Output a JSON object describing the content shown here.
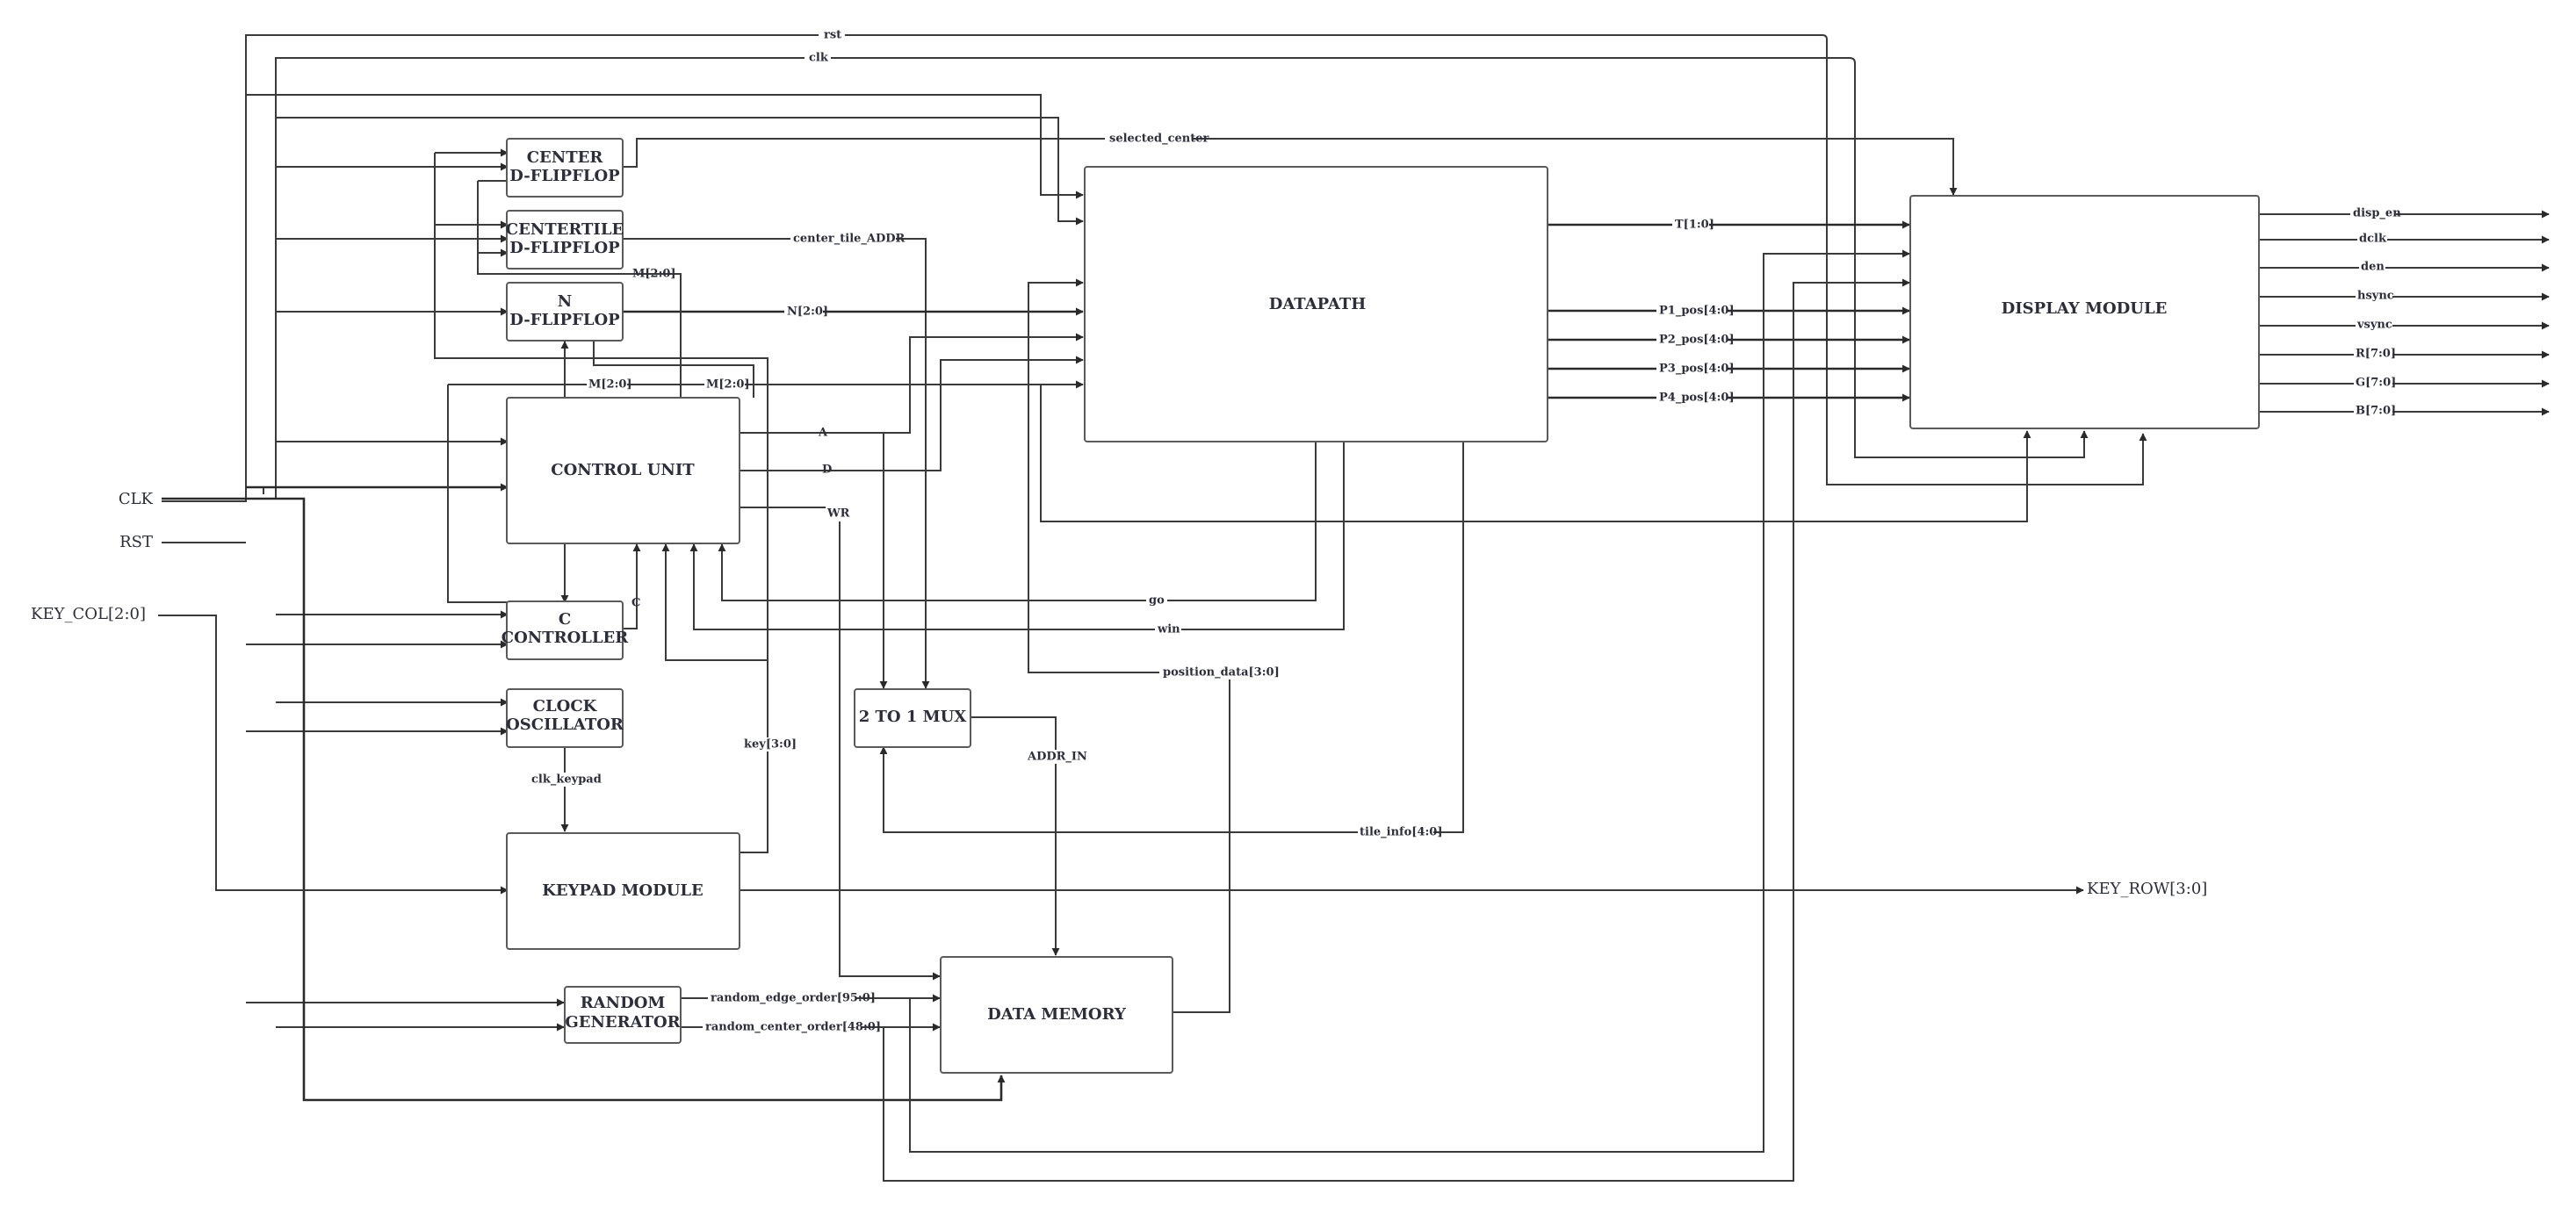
{
  "blocks": {
    "center_dff": [
      "CENTER",
      "D-FLIPFLOP"
    ],
    "centertile_dff": [
      "CENTERTILE",
      "D-FLIPFLOP"
    ],
    "n_dff": [
      "N",
      "D-FLIPFLOP"
    ],
    "control_unit": [
      "CONTROL UNIT"
    ],
    "c_controller": [
      "C",
      "CONTROLLER"
    ],
    "clock_oscillator": [
      "CLOCK",
      "OSCILLATOR"
    ],
    "keypad_module": [
      "KEYPAD MODULE"
    ],
    "random_generator": [
      "RANDOM",
      "GENERATOR"
    ],
    "datapath": [
      "DATAPATH"
    ],
    "mux": [
      "2 TO 1 MUX"
    ],
    "data_memory": [
      "DATA MEMORY"
    ],
    "display_module": [
      "DISPLAY MODULE"
    ]
  },
  "inputs": {
    "clk": "CLK",
    "rst": "RST",
    "key_col": "KEY_COL[2:0]"
  },
  "outputs": {
    "key_row": "KEY_ROW[3:0]",
    "display": [
      "disp_en",
      "dclk",
      "den",
      "hsync",
      "vsync",
      "R[7:0]",
      "G[7:0]",
      "B[7:0]"
    ]
  },
  "signals": {
    "rst": "rst",
    "clk": "clk",
    "selected_center": "selected_center",
    "center_tile_addr": "center_tile_ADDR",
    "n": "N[2:0]",
    "m_top": "M[2:0]",
    "m_left": "M[2:0]",
    "m_right": "M[2:0]",
    "t": "T[1:0]",
    "p1": "P1_pos[4:0]",
    "p2": "P2_pos[4:0]",
    "p3": "P3_pos[4:0]",
    "p4": "P4_pos[4:0]",
    "a": "A",
    "d": "D",
    "wr": "WR",
    "go": "go",
    "win": "win",
    "c": "C",
    "position_data": "position_data[3:0]",
    "addr_in": "ADDR_IN",
    "key": "key[3:0]",
    "clk_keypad": "clk_keypad",
    "tile_info": "tile_info[4:0]",
    "random_edge_order": "random_edge_order[95:0]",
    "random_center_order": "random_center_order[48:0]"
  }
}
